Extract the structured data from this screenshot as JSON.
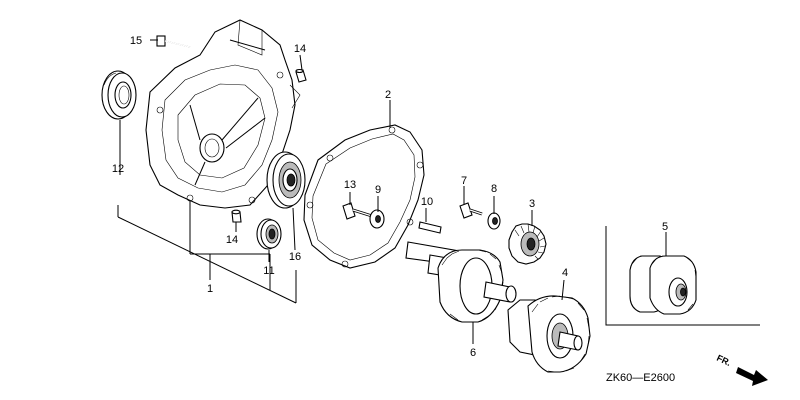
{
  "callouts": {
    "c1": "1",
    "c2": "2",
    "c3": "3",
    "c4": "4",
    "c5": "5",
    "c6": "6",
    "c7": "7",
    "c8": "8",
    "c9": "9",
    "c10": "10",
    "c11": "11",
    "c12": "12",
    "c13": "13",
    "c14a": "14",
    "c14b": "14",
    "c15": "15",
    "c16": "16"
  },
  "diagram_code": "ZK60—E2600",
  "front_marker": "FR."
}
